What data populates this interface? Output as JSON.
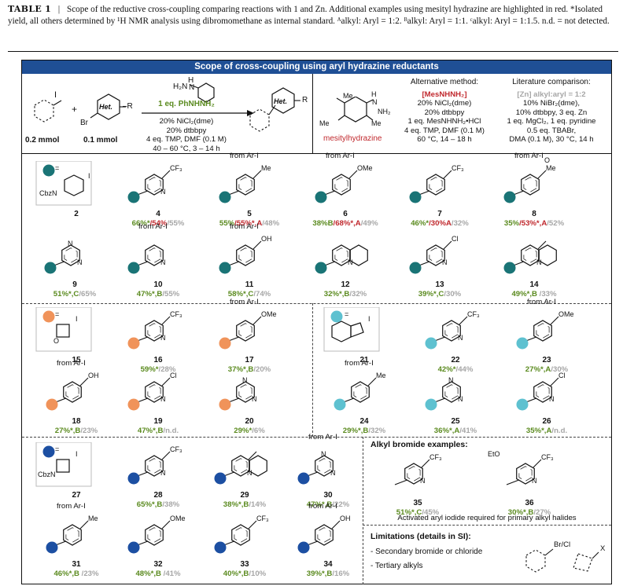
{
  "caption": {
    "label": "TABLE 1",
    "sep": "|",
    "text": "Scope of the reductive cross-coupling comparing reactions with 1 and Zn. Additional examples using mesityl hydrazine are highlighted in red. *Isolated yield, all others determined by ¹H NMR analysis using dibromomethane as internal standard. ᴬalkyl: Aryl = 1:2. ᴮalkyl: Aryl = 1:1. ᶜalkyl: Aryl = 1:1.5. n.d. = not detected."
  },
  "banner": "Scope of cross-coupling using aryl hydrazine reductants",
  "reaction": {
    "amt1": "0.2 mmol",
    "amt2": "0.1 mmol",
    "plus": "+",
    "br": "Br",
    "het": "Het.",
    "r": "–R",
    "reagent": "1 eq. PhNHNH₂",
    "h2n": "H₂N",
    "nh": "N",
    "h": "H",
    "cond": [
      "20% NiCl₂(dme)",
      "20% dtbbpy",
      "4 eq. TMP, DMF (0.1 M)",
      "40 – 60 °C, 3 – 14 h"
    ],
    "product_het": "Het.",
    "product_r": "R"
  },
  "alt": {
    "title": "Alternative method:",
    "reagent": "[MesNHNH₂]",
    "lines": [
      "20% NiCl₂(dme)",
      "20% dtbbpy",
      "1 eq. MesNHNH₂•HCl",
      "4 eq. TMP, DMF (0.1 M)",
      "60 °C, 14 – 18 h"
    ],
    "mes_label": "mesitylhydrazine",
    "me": "Me",
    "nh2": "NH₂",
    "nh": "N",
    "h": "H"
  },
  "lit": {
    "title": "Literature comparison:",
    "reagent": "[Zn] alkyl:aryl = 1:2",
    "lines": [
      "10% NiBr₂(dme),",
      "10% dtbbpy, 3 eq. Zn",
      "1 eq. MgCl₂, 1 eq. pyridine",
      "0.5 eq. TBABr,",
      "DMA (0.1 M), 30 °C, 14 h"
    ]
  },
  "colors": {
    "teal": "#1a7476",
    "orange": "#f0935a",
    "cyan": "#5ec1d0",
    "blue": "#1c4fa2",
    "green": "#5a8a1e",
    "red": "#c0282d",
    "gray": "#a6a6a6",
    "banner": "#1f4f95"
  },
  "atoms": {
    "cf3": "CF₃",
    "me": "Me",
    "ome": "OMe",
    "oh": "OH",
    "cl": "Cl",
    "n": "N",
    "o": "O",
    "i": "I",
    "eq": "=",
    "cbzn": "CbzN",
    "eto": "EtO",
    "brcl": "Br/Cl",
    "x": "X"
  },
  "from_arI": "from Ar-I",
  "compounds": [
    {
      "id": "2",
      "y": []
    },
    {
      "id": "4",
      "y": [
        [
          "66%*",
          "g"
        ],
        [
          "/54%",
          "r"
        ],
        [
          "/55%",
          "gr"
        ]
      ]
    },
    {
      "id": "5",
      "y": [
        [
          "55%",
          "g"
        ],
        [
          "/55%*,A",
          "r"
        ],
        [
          "/48%",
          "gr"
        ]
      ]
    },
    {
      "id": "6",
      "y": [
        [
          "38%B",
          "g"
        ],
        [
          "/68%*,A",
          "r"
        ],
        [
          "/49%",
          "gr"
        ]
      ]
    },
    {
      "id": "7",
      "y": [
        [
          "46%*",
          "g"
        ],
        [
          "/30%A",
          "r"
        ],
        [
          "/32%",
          "gr"
        ]
      ]
    },
    {
      "id": "8",
      "y": [
        [
          "35%",
          "g"
        ],
        [
          "/53%*,A",
          "r"
        ],
        [
          "/52%",
          "gr"
        ]
      ]
    },
    {
      "id": "9",
      "y": [
        [
          "51%*,C",
          "g"
        ],
        [
          "/65%",
          "gr"
        ]
      ]
    },
    {
      "id": "10",
      "y": [
        [
          "47%*,B",
          "g"
        ],
        [
          "/55%",
          "gr"
        ]
      ]
    },
    {
      "id": "11",
      "y": [
        [
          "58%*,C",
          "g"
        ],
        [
          "/74%",
          "gr"
        ]
      ]
    },
    {
      "id": "12",
      "y": [
        [
          "32%*,B",
          "g"
        ],
        [
          "/32%",
          "gr"
        ]
      ]
    },
    {
      "id": "13",
      "y": [
        [
          "39%*,C",
          "g"
        ],
        [
          "/30%",
          "gr"
        ]
      ]
    },
    {
      "id": "14",
      "y": [
        [
          "49%*,B",
          "g"
        ],
        [
          " /33%",
          "gr"
        ]
      ]
    },
    {
      "id": "15",
      "y": []
    },
    {
      "id": "16",
      "y": [
        [
          "59%*",
          "g"
        ],
        [
          "/28%",
          "gr"
        ]
      ]
    },
    {
      "id": "17",
      "y": [
        [
          "37%*,B",
          "g"
        ],
        [
          "/20%",
          "gr"
        ]
      ]
    },
    {
      "id": "18",
      "y": [
        [
          "27%*,B",
          "g"
        ],
        [
          "/23%",
          "gr"
        ]
      ]
    },
    {
      "id": "19",
      "y": [
        [
          "47%*,B",
          "g"
        ],
        [
          "/n.d.",
          "gr"
        ]
      ]
    },
    {
      "id": "20",
      "y": [
        [
          "29%*",
          "g"
        ],
        [
          "/6%",
          "gr"
        ]
      ]
    },
    {
      "id": "21",
      "y": []
    },
    {
      "id": "22",
      "y": [
        [
          "42%*",
          "g"
        ],
        [
          "/44%",
          "gr"
        ]
      ]
    },
    {
      "id": "23",
      "y": [
        [
          "27%*,A",
          "g"
        ],
        [
          "/30%",
          "gr"
        ]
      ]
    },
    {
      "id": "24",
      "y": [
        [
          "29%*,B",
          "g"
        ],
        [
          "/32%",
          "gr"
        ]
      ]
    },
    {
      "id": "25",
      "y": [
        [
          "36%*,A",
          "g"
        ],
        [
          "/41%",
          "gr"
        ]
      ]
    },
    {
      "id": "26",
      "y": [
        [
          "35%*,A",
          "g"
        ],
        [
          "/n.d.",
          "gr"
        ]
      ]
    },
    {
      "id": "27",
      "y": []
    },
    {
      "id": "28",
      "y": [
        [
          "65%*,B",
          "g"
        ],
        [
          "/38%",
          "gr"
        ]
      ]
    },
    {
      "id": "29",
      "y": [
        [
          "38%*,B",
          "g"
        ],
        [
          "/14%",
          "gr"
        ]
      ]
    },
    {
      "id": "30",
      "y": [
        [
          "47%*,B",
          "g"
        ],
        [
          "/22%",
          "gr"
        ]
      ]
    },
    {
      "id": "31",
      "y": [
        [
          "46%*,B",
          "g"
        ],
        [
          " /23%",
          "gr"
        ]
      ]
    },
    {
      "id": "32",
      "y": [
        [
          "48%*,B",
          "g"
        ],
        [
          " /41%",
          "gr"
        ]
      ]
    },
    {
      "id": "33",
      "y": [
        [
          "40%*,B",
          "g"
        ],
        [
          "/10%",
          "gr"
        ]
      ]
    },
    {
      "id": "34",
      "y": [
        [
          "39%*,B",
          "g"
        ],
        [
          "/16%",
          "gr"
        ]
      ]
    },
    {
      "id": "35",
      "y": [
        [
          "51%*,C",
          "g"
        ],
        [
          "/45%",
          "gr"
        ]
      ]
    },
    {
      "id": "36",
      "y": [
        [
          "30%*,B",
          "g"
        ],
        [
          "/27%",
          "gr"
        ]
      ]
    }
  ],
  "alkyl_bromide": {
    "title": "Alkyl bromide examples:",
    "note": "Activated aryl iodide required for primary alkyl halides"
  },
  "limitations": {
    "title": "Limitations (details in SI):",
    "items": [
      "- Secondary bromide or chloride",
      "- Tertiary alkyls"
    ]
  }
}
